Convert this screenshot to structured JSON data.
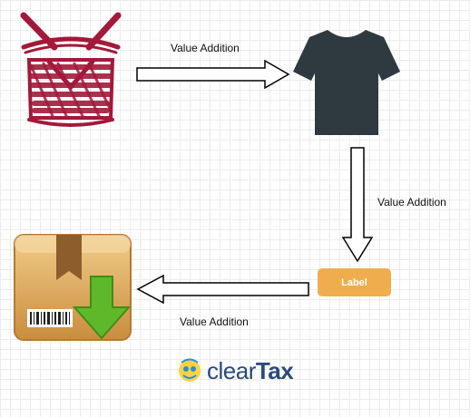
{
  "edges": [
    {
      "id": "raw-to-shirt",
      "label": "Value Addition"
    },
    {
      "id": "shirt-to-label",
      "label": "Value Addition"
    },
    {
      "id": "label-to-package",
      "label": "Value Addition"
    }
  ],
  "nodes": {
    "label_node": {
      "text": "Label"
    }
  },
  "brand": {
    "prefix": "clear",
    "suffix": "Tax"
  },
  "colors": {
    "sketch": "#a3193a",
    "shirt": "#2f3a40",
    "label_bg": "#f0ad4e",
    "package": "#dba35c",
    "download_arrow": "#5fb82a",
    "brand_text": "#2b4a7a"
  },
  "icons": [
    "sketch-drum-icon",
    "t-shirt-icon",
    "package-download-icon",
    "cleartax-logo-icon"
  ]
}
